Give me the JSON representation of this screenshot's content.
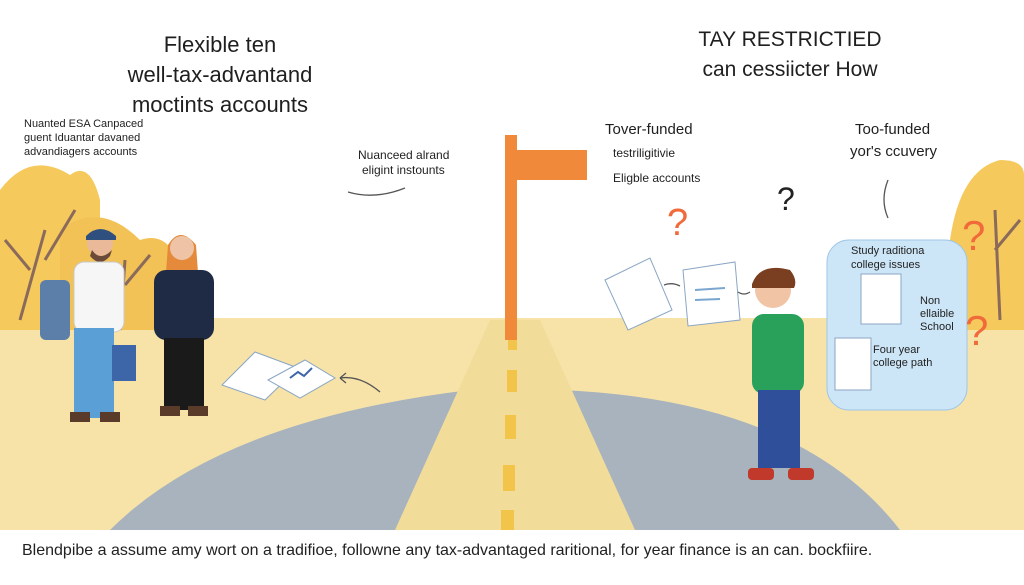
{
  "left": {
    "title_lines": [
      "Flexible ten",
      "well-tax-advantand",
      "moctints accounts"
    ],
    "side_note_lines": [
      "Nuanted ESA Canpaced",
      "guent Iduantar davaned",
      "advandiagers accounts"
    ],
    "arrow_note_lines": [
      "Nuanceed alrand",
      "eligint instounts"
    ]
  },
  "right": {
    "title_lines": [
      "TAY RESTRICTIED",
      "can cessiicter How"
    ],
    "mid_heading_lines": [
      "Tover-funded",
      "testriligitivie"
    ],
    "mid_note": "Eligble accounts",
    "far_heading_lines": [
      "Too-funded",
      "yor's ccuvery"
    ],
    "panel": {
      "heading_lines": [
        "Study raditiona",
        "college issues"
      ],
      "item1_lines": [
        "Non",
        "ellaible",
        "School"
      ],
      "item2_lines": [
        "Four year",
        "college path"
      ]
    }
  },
  "caption": "Blendpibe a assume amy wort on a tradifioe, followne any tax-advantaged raritional, for year finance is an can. bockfiire.",
  "colors": {
    "sky": "#ffffff",
    "ground": "#f7e3a8",
    "road": "#a9b3bd",
    "center_road": "#f1dc9a",
    "dash": "#f3c44a",
    "sign": "#f08a3a",
    "tree": "#f5c95c",
    "panel": "#cde6f7",
    "question": "#f06a3a"
  }
}
